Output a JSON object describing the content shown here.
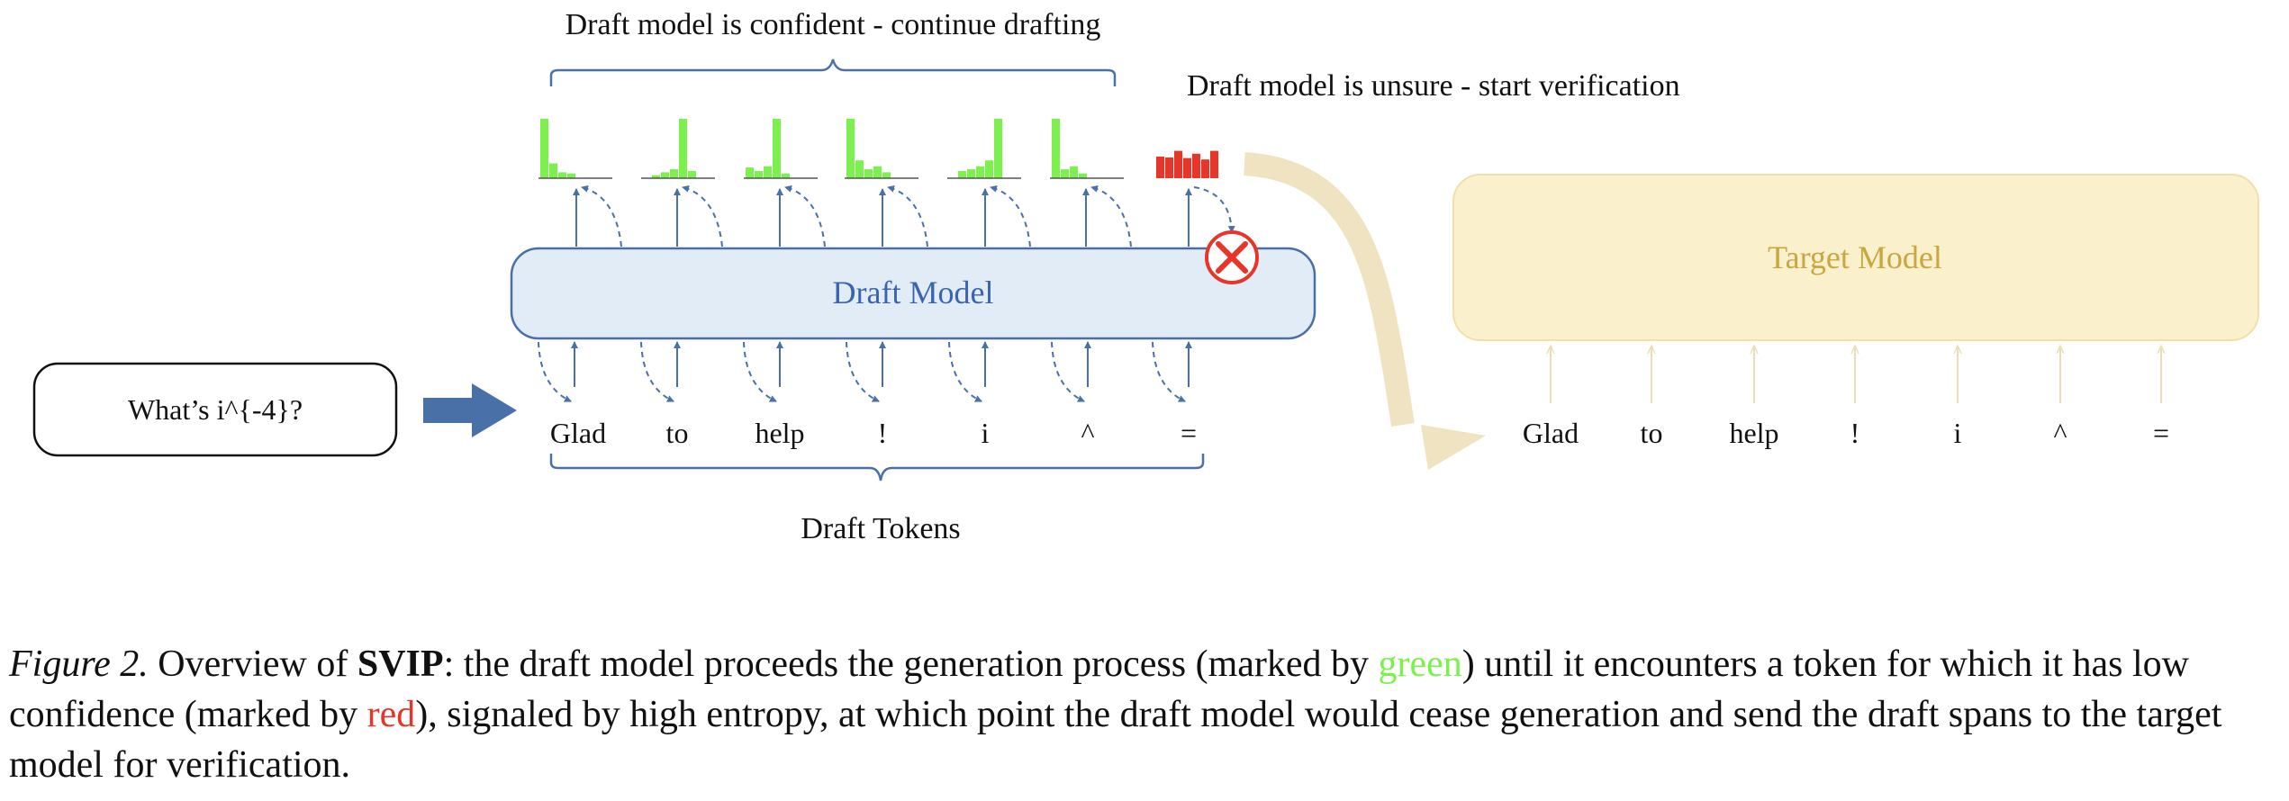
{
  "diagram": {
    "top_label": "Draft model is confident - continue drafting",
    "unsure_label": "Draft model is unsure - start verification",
    "prompt": "What’s i^{-4}?",
    "draft_model_label": "Draft Model",
    "target_model_label": "Target Model",
    "draft_tokens_label": "Draft Tokens",
    "draft_tokens": [
      "Glad",
      "to",
      "help",
      "!",
      "i",
      "^",
      "="
    ],
    "target_tokens": [
      "Glad",
      "to",
      "help",
      "!",
      "i",
      "^",
      "="
    ],
    "confident_histograms": [
      [
        1.0,
        0.25,
        0.1,
        0.08
      ],
      [
        0.05,
        0.1,
        0.15,
        1.0,
        0.12
      ],
      [
        0.18,
        0.12,
        0.2,
        1.0,
        0.08
      ],
      [
        1.0,
        0.3,
        0.15,
        0.2,
        0.1
      ],
      [
        0.12,
        0.15,
        0.2,
        0.3,
        1.0
      ],
      [
        1.0,
        0.15,
        0.2,
        0.08
      ]
    ],
    "unsure_histogram": [
      0.75,
      0.72,
      0.95,
      0.7,
      0.85,
      0.65,
      0.95
    ],
    "colors": {
      "confident": "#7cf04c",
      "unsure": "#e8352a",
      "draft_fill": "#e2ecf7",
      "draft_stroke": "#4a6fa5",
      "draft_text": "#3b64b0",
      "target_fill": "#fbf0cc",
      "target_stroke": "#f0dfa8",
      "target_text": "#c9a640",
      "arrow_blue": "#4a70a8",
      "arrow_cream": "#f0e3c2"
    }
  },
  "caption": {
    "fig_label": "Figure 2.",
    "t1": " Overview of ",
    "bold": "SVIP",
    "t2": ": the draft model proceeds the generation process (marked by ",
    "green_word": "green",
    "t3": ") until it encounters a token for which it has low confidence (marked by ",
    "red_word": "red",
    "t4": "), signaled by high entropy, at which point the draft model would cease generation and send the draft spans to the target model for verification."
  }
}
